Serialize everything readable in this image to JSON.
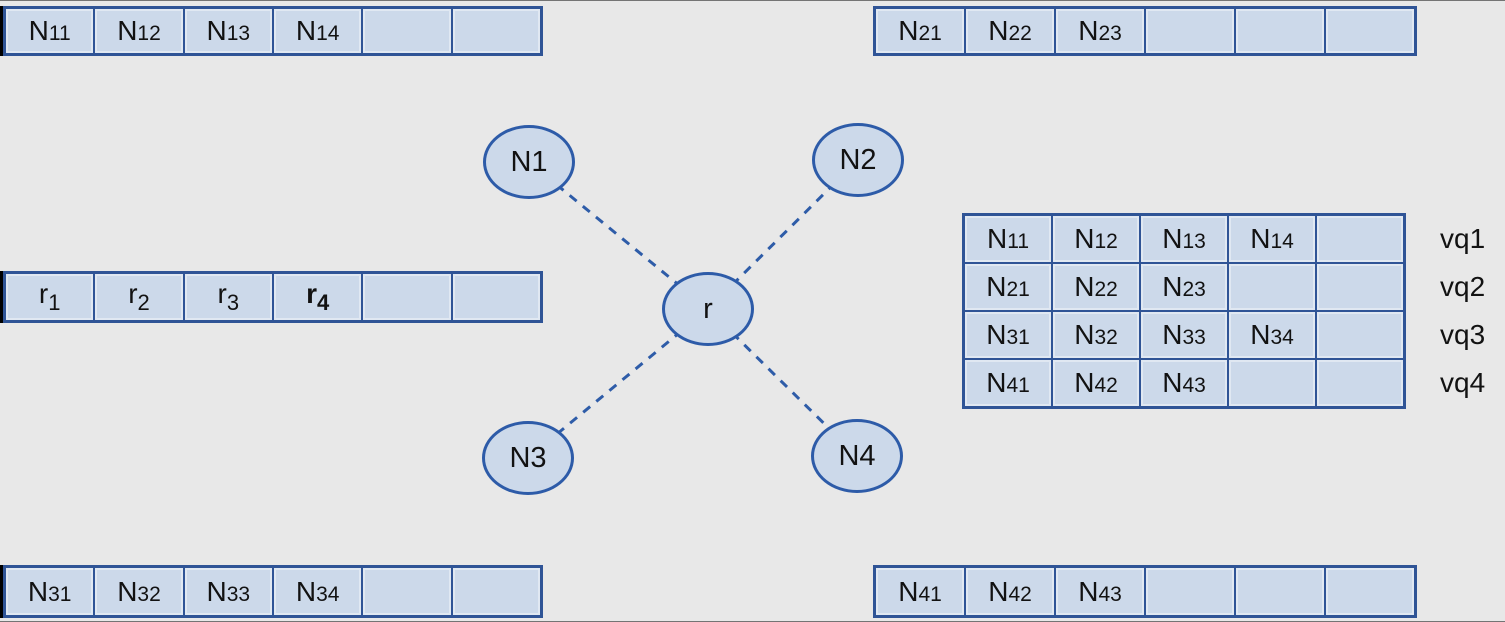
{
  "colors": {
    "background": "#e8e8e8",
    "cell_fill": "#ccd9ea",
    "array_border": "#2f5496",
    "node_border": "#2d5ba8",
    "dashed_edge": "#2e5ca8",
    "text": "#121212"
  },
  "arrays": {
    "top_left": {
      "cells": [
        "N11",
        "N12",
        "N13",
        "N14",
        "",
        ""
      ]
    },
    "top_right": {
      "cells": [
        "N21",
        "N22",
        "N23",
        "",
        "",
        ""
      ]
    },
    "mid_left": {
      "cells": [
        "r1",
        "r2",
        "r3",
        "r4",
        "",
        ""
      ],
      "bold_cells": [
        3
      ]
    },
    "bottom_left": {
      "cells": [
        "N31",
        "N32",
        "N33",
        "N34",
        "",
        ""
      ]
    },
    "bottom_right": {
      "cells": [
        "N41",
        "N42",
        "N43",
        "",
        "",
        ""
      ]
    }
  },
  "graph": {
    "root": "r",
    "nodes": [
      "N1",
      "N2",
      "N3",
      "N4"
    ]
  },
  "vector_table": {
    "rows": [
      {
        "cells": [
          "N11",
          "N12",
          "N13",
          "N14",
          ""
        ],
        "label": "vq1"
      },
      {
        "cells": [
          "N21",
          "N22",
          "N23",
          "",
          ""
        ],
        "label": "vq2"
      },
      {
        "cells": [
          "N31",
          "N32",
          "N33",
          "N34",
          ""
        ],
        "label": "vq3"
      },
      {
        "cells": [
          "N41",
          "N42",
          "N43",
          "",
          ""
        ],
        "label": "vq4"
      }
    ]
  }
}
